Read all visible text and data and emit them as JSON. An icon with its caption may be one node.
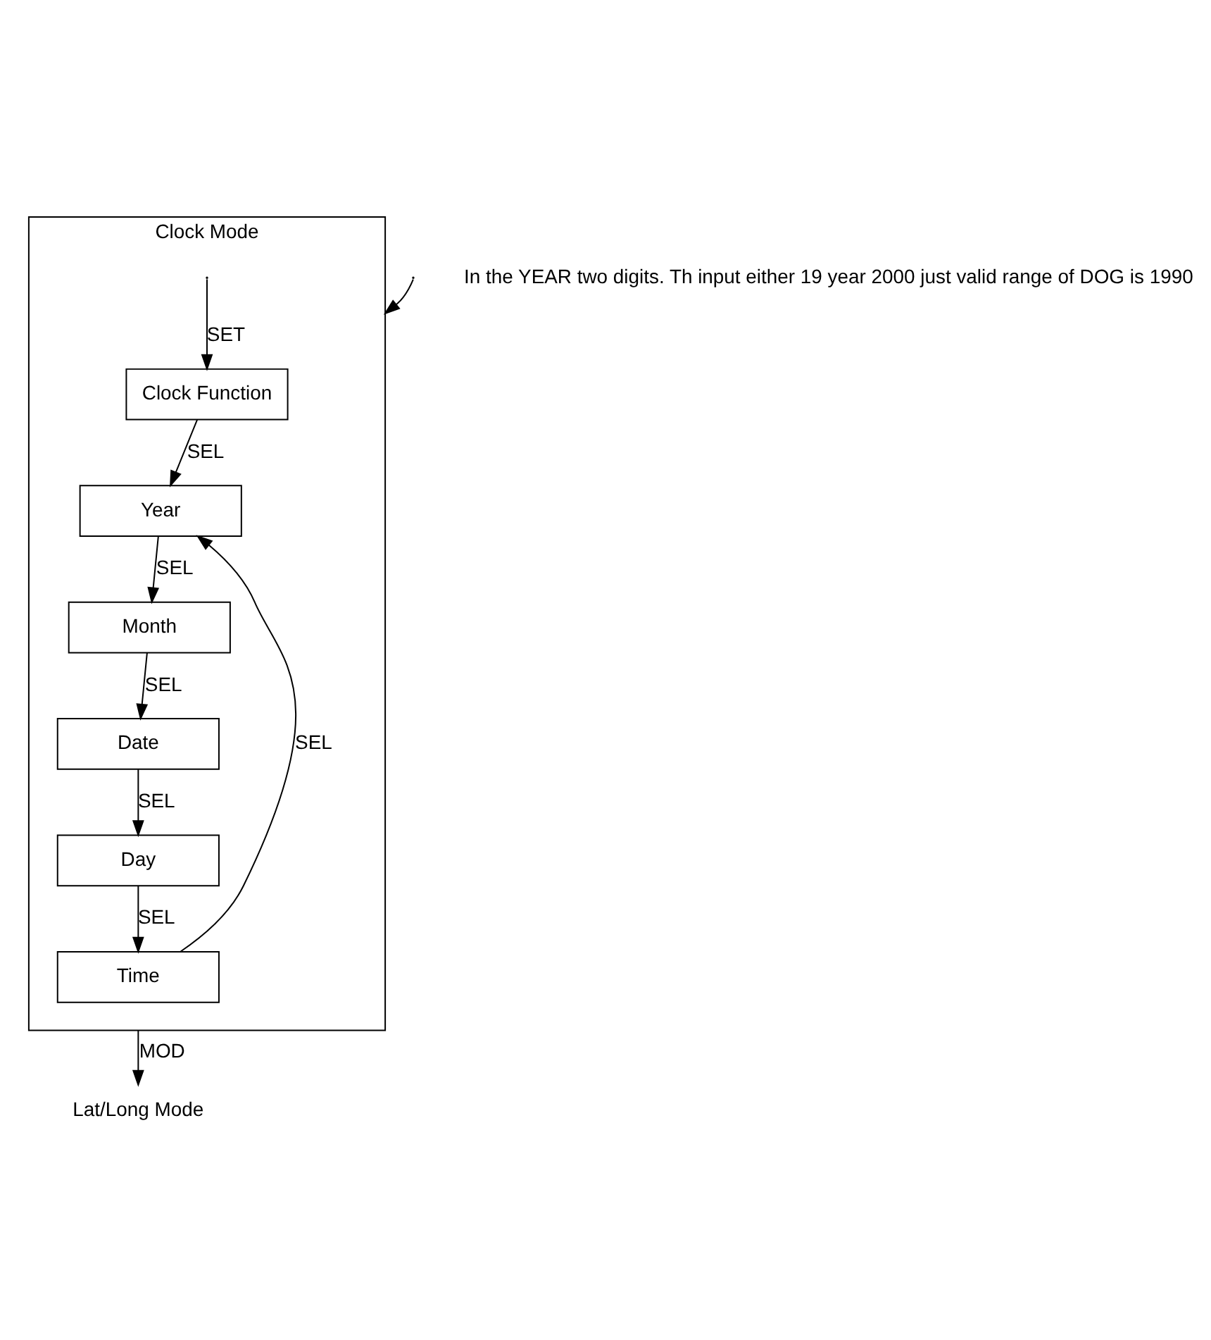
{
  "diagram": {
    "nodes": [
      {
        "text": [
          "Clock Mode"
        ]
      },
      {
        "text": [
          "Clock Function"
        ],
        "in": 0
      },
      {
        "text": [
          "Year"
        ],
        "in": 0
      },
      {
        "text": [
          "Month"
        ],
        "in": 0
      },
      {
        "text": [
          "Date"
        ],
        "in": 0
      },
      {
        "text": [
          "Day"
        ],
        "in": 0
      },
      {
        "text": [
          "Time"
        ],
        "in": 0
      },
      {
        "text": [
          "Lat/Long Mode"
        ]
      }
    ],
    "edges": [
      {
        "from": null,
        "to": 0,
        "arrow": "to"
      },
      {
        "from": null,
        "to": 1,
        "arrow": "to",
        "label": "SET"
      },
      {
        "from": 1,
        "to": 2,
        "arrow": "to",
        "label": "SEL"
      },
      {
        "from": 2,
        "to": 3,
        "arrow": "to",
        "label": "SEL"
      },
      {
        "from": 3,
        "to": 4,
        "arrow": "to",
        "label": "SEL"
      },
      {
        "from": 4,
        "to": 5,
        "arrow": "to",
        "label": "SEL"
      },
      {
        "from": 5,
        "to": 6,
        "arrow": "to",
        "label": "SEL"
      },
      {
        "from": 6,
        "to": 2,
        "arrow": "to",
        "label": "SEL"
      },
      {
        "from": 0,
        "to": 7,
        "arrow": "to",
        "label": "MOD"
      }
    ],
    "labels": [
      "In the YEAR two digits. Th input either 19 year 2000 just valid range of DOG is 1990"
    ]
  }
}
